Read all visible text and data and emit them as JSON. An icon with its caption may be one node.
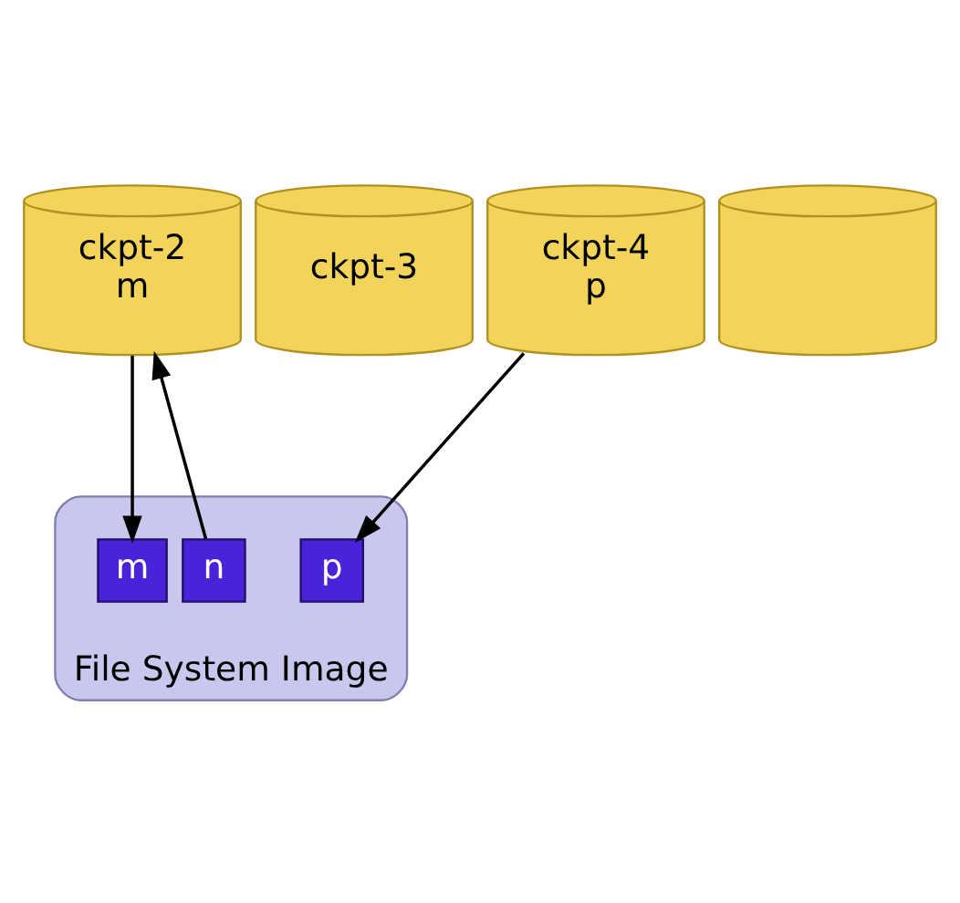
{
  "diagram": {
    "nodes": [
      {
        "text": [
          "ckpt-2",
          "m"
        ]
      },
      {
        "text": [
          "ckpt-3"
        ]
      },
      {
        "text": [
          "ckpt-4",
          "p"
        ]
      },
      {
        "text": [],
        "shape": "cylinder"
      },
      {
        "text": [
          "File System Image"
        ]
      },
      {
        "text": [
          "n"
        ],
        "in": 4
      },
      {
        "text": [
          "m"
        ],
        "in": 4
      },
      {
        "text": [
          "p"
        ],
        "in": 4
      }
    ],
    "edges": [
      {
        "from": 5,
        "to": 0,
        "arrow": "to"
      },
      {
        "from": 0,
        "to": 6,
        "arrow": "to"
      },
      {
        "from": 2,
        "to": 7,
        "arrow": "to"
      }
    ]
  }
}
